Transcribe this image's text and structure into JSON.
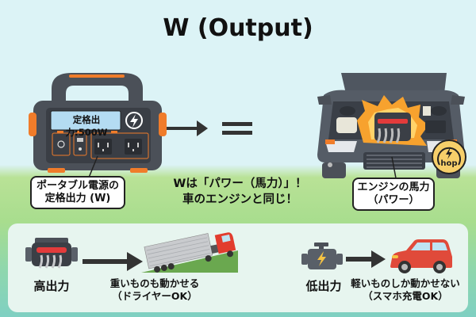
{
  "title": "W (Output)",
  "power_station": {
    "display_text": "定格出力:500W",
    "icon": "lightning-bolt-icon",
    "callout": {
      "line1": "ポータブル電源の",
      "line2": "定格出力 (W)"
    }
  },
  "center": {
    "line1": "Wは「パワー（馬力）」！",
    "line2": "車のエンジンと同じ！"
  },
  "car": {
    "meter_label": "hop",
    "callout": {
      "line1": "エンジンの馬力",
      "line2": "（パワー）"
    }
  },
  "comparison": {
    "high": {
      "label": "高出力",
      "result_line1": "重いものも動かせる",
      "result_line2": "（ドライヤーOK）"
    },
    "low": {
      "label": "低出力",
      "result_line1": "軽いものしか動かせない",
      "result_line2": "（スマホ充電OK）"
    }
  },
  "colors": {
    "accent_orange": "#f07c2a",
    "device_gray": "#4b5058",
    "car_red": "#e04a3a",
    "meter_yellow": "#f6cf6a",
    "text": "#111111"
  }
}
